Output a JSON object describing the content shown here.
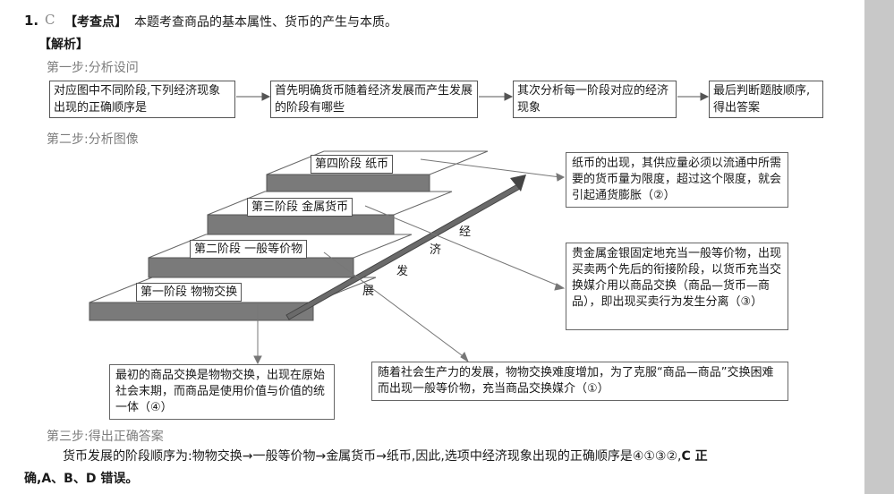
{
  "question": {
    "number": "1.",
    "answer": "C",
    "keypoint_label": "【考查点】",
    "keypoint_text": "本题考查商品的基本属性、货币的产生与本质。",
    "analysis_label": "【解析】"
  },
  "steps": {
    "step1_title": "第一步:分析设问",
    "step2_title": "第二步:分析图像",
    "step3_title": "第三步:得出正确答案"
  },
  "flow": [
    {
      "text": "对应图中不同阶段,下列经济现象出现的正确顺序是"
    },
    {
      "text": "首先明确货币随着经济发展而产生发展的阶段有哪些"
    },
    {
      "text": "其次分析每一阶段对应的经济现象"
    },
    {
      "text": "最后判断题肢顺序,得出答案"
    }
  ],
  "stages": [
    {
      "label": "第一阶段  物物交换"
    },
    {
      "label": "第二阶段  一般等价物"
    },
    {
      "label": "第三阶段  金属货币"
    },
    {
      "label": "第四阶段  纸币"
    }
  ],
  "arrow_chars": [
    "经",
    "济",
    "发",
    "展"
  ],
  "notes": {
    "paper": "纸币的出现，其供应量必须以流通中所需要的货币量为限度，超过这个限度，就会引起通货膨胀（②）",
    "metal": "贵金属金银固定地充当一般等价物，出现买卖两个先后的衔接阶段，以货币充当交换媒介用以商品交换（商品—货币—商品），即出现买卖行为发生分离（③）",
    "barter": "最初的商品交换是物物交换，出现在原始社会末期，而商品是使用价值与价值的统一体（④）",
    "equivalent": "随着社会生产力的发展，物物交换难度增加，为了克服“商品—商品”交换困难而出现一般等价物，充当商品交换媒介（①）"
  },
  "conclusion": {
    "sequence_prefix": "货币发展的阶段顺序为:",
    "seq_items": [
      "物物交换",
      "一般等价物",
      "金属货币",
      "纸币"
    ],
    "sequence_suffix": ",因此,选项中经济现象出现的正确顺序是④①③②,",
    "bold_part1": "C 正",
    "bold_part2": "确,A、B、D 错误。"
  }
}
